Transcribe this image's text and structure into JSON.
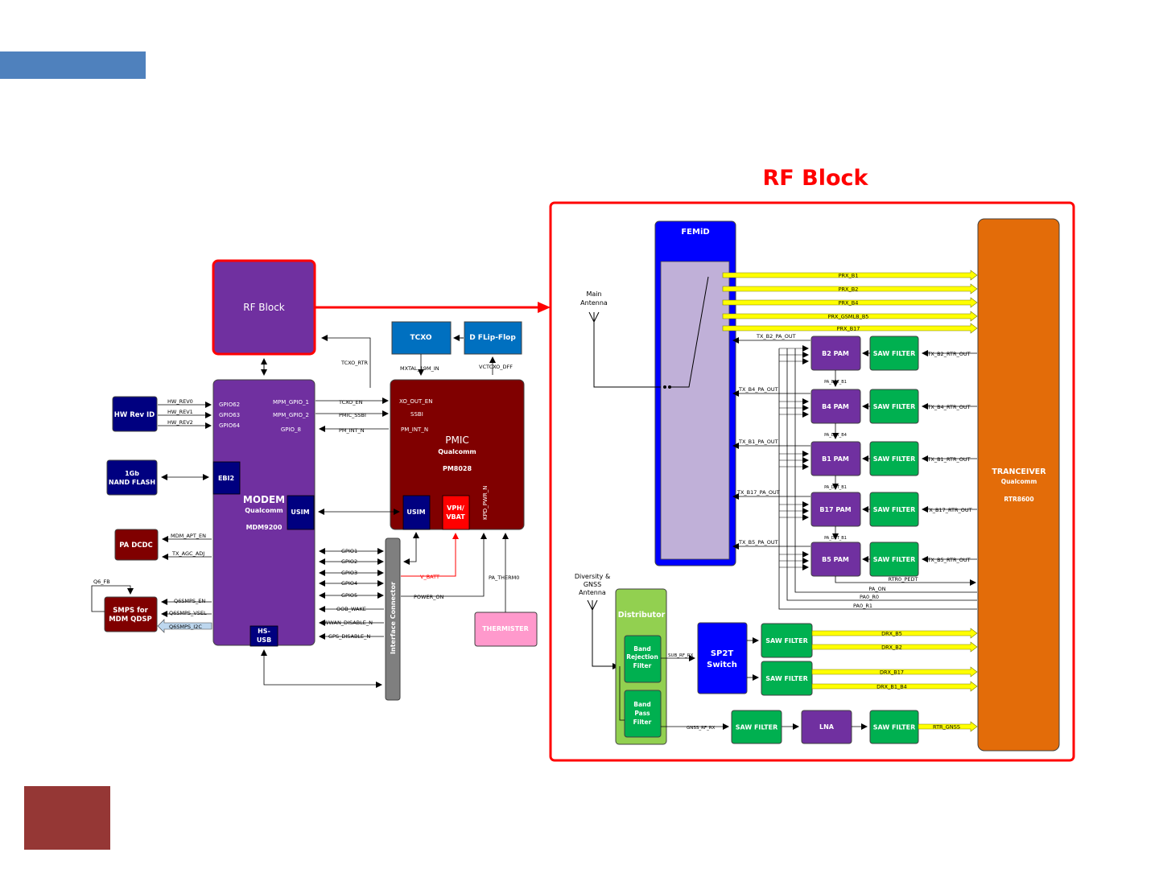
{
  "colors": {
    "header_bar": "#4f81bd",
    "footer_block": "#953735",
    "rf_highlight": "#ff0000",
    "purple": "#7030a0",
    "navy": "#000080",
    "darkred": "#800000",
    "blue": "#0070c0",
    "green": "#00b050",
    "orange": "#e36c09",
    "yellow": "#ffff00",
    "pink": "#ff99cc",
    "gray": "#7f7f7f",
    "femid_blue": "#0000ff",
    "femid_inner": "#c0b0d8",
    "lime": "#92d050"
  },
  "rf_title": "RF Block",
  "left": {
    "rf_block": "RF Block",
    "tcxo": "TCXO",
    "dff": "D FLip-Flop",
    "hw_rev_id": "HW Rev ID",
    "nand": [
      "1Gb",
      "NAND FLASH"
    ],
    "pa_dcdc": "PA DCDC",
    "smps": [
      "SMPS for",
      "MDM QDSP"
    ],
    "thermister": "THERMISTER",
    "interface_connector": "Interface Connector",
    "modem": {
      "name": "MODEM",
      "vendor": "Qualcomm",
      "part": "MDM9200",
      "ebi2": "EBI2",
      "usim": "USIM",
      "hsusb": [
        "HS-",
        "USB"
      ],
      "gpio_labels": [
        "GPIO62",
        "GPIO63",
        "GPIO64"
      ],
      "mpm_labels": [
        "MPM_GPIO_1",
        "MPM_GPIO_2",
        "GPIO_8"
      ]
    },
    "pmic": {
      "name": "PMIC",
      "vendor": "Qualcomm",
      "part": "PM8028",
      "xo": "XO_OUT_EN",
      "ssbi": "SSBI",
      "pm_int": "PM_INT_N",
      "usim": "USIM",
      "vph": [
        "VPH/",
        "VBAT"
      ],
      "kpd": "KPD_PWR_N"
    },
    "signals": {
      "tcxo_rtr": "TCXO_RTR",
      "mxtal": "MXTAL_19M_IN",
      "vctcxo": "VCTCXO_DFF",
      "hw_rev": [
        "HW_REV0",
        "HW_REV1",
        "HW_REV2"
      ],
      "tcxo_en": "TCXO_EN",
      "pmic_ssbi": "PMIC_SSBI",
      "pm_int_n": "PM_INT_N",
      "mdm_apt": "MDM_APT_EN",
      "tx_agc": "TX_AGC_ADJ",
      "q6_fb": "Q6_FB",
      "q6_en": "Q6SMPS_EN",
      "q6_vsel": "Q6SMPS_VSEL",
      "q6_i2c": "Q6SMPS_I2C",
      "gpios": [
        "GPIO1",
        "GPIO2",
        "GPIO3",
        "GPIO4",
        "GPIO5"
      ],
      "oob": "OOB_WAKE",
      "wwan": "WWAN_DISABLE_N",
      "gps": "GPS_DISABLE_N",
      "vbatt": "V_BATT",
      "power_on": "POWER_ON",
      "pa_therm": "PA_THERM0"
    }
  },
  "right": {
    "femid": "FEMiD",
    "main_antenna": [
      "Main",
      "Antenna"
    ],
    "div_antenna": [
      "Diversity &",
      "GNSS",
      "Antenna"
    ],
    "distributor": "Distributor",
    "band_rejection": [
      "Band",
      "Rejection",
      "Filter"
    ],
    "band_pass": [
      "Band",
      "Pass",
      "Filter"
    ],
    "sp2t": [
      "SP2T",
      "Switch"
    ],
    "lna": "LNA",
    "saw_filter": "SAW FILTER",
    "transceiver": {
      "name": "TRANCEIVER",
      "vendor": "Qualcomm",
      "part": "RTR8600"
    },
    "prx": [
      "PRX_B1",
      "PRX_B2",
      "PRX_B4",
      "PRX_GSMLB_B5",
      "PRX_B17"
    ],
    "tx_pa_out": [
      "TX_B2_PA_OUT",
      "TX_B4_PA_OUT",
      "TX_B1_PA_OUT",
      "TX_B17_PA_OUT",
      "TX_B5_PA_OUT"
    ],
    "pams": [
      "B2 PAM",
      "B4 PAM",
      "B1 PAM",
      "B17 PAM",
      "B5 PAM"
    ],
    "pa_det": [
      "PA_DET_B1",
      "PA_DET_B4",
      "PA_DET_B1",
      "PA_DET_B1"
    ],
    "rtr_out": [
      "TX_B2_RTR_OUT",
      "TX_B4_RTR_OUT",
      "TX_B1_RTR_OUT",
      "TX_B17_RTR_OUT",
      "TX_B5_RTR_OUT"
    ],
    "ctrl": [
      "RTR0_PEDT",
      "PA_ON",
      "PA0_R0",
      "PA0_R1"
    ],
    "drx": [
      "DRX_B5",
      "DRX_B2",
      "DRX_B17",
      "DRX_B1_B4"
    ],
    "sub_rf_rx": "SUB_RF_RX",
    "gnss_rf_rx": "GNSS_RF_RX",
    "rtr_gnss": "RTR_GNSS"
  }
}
